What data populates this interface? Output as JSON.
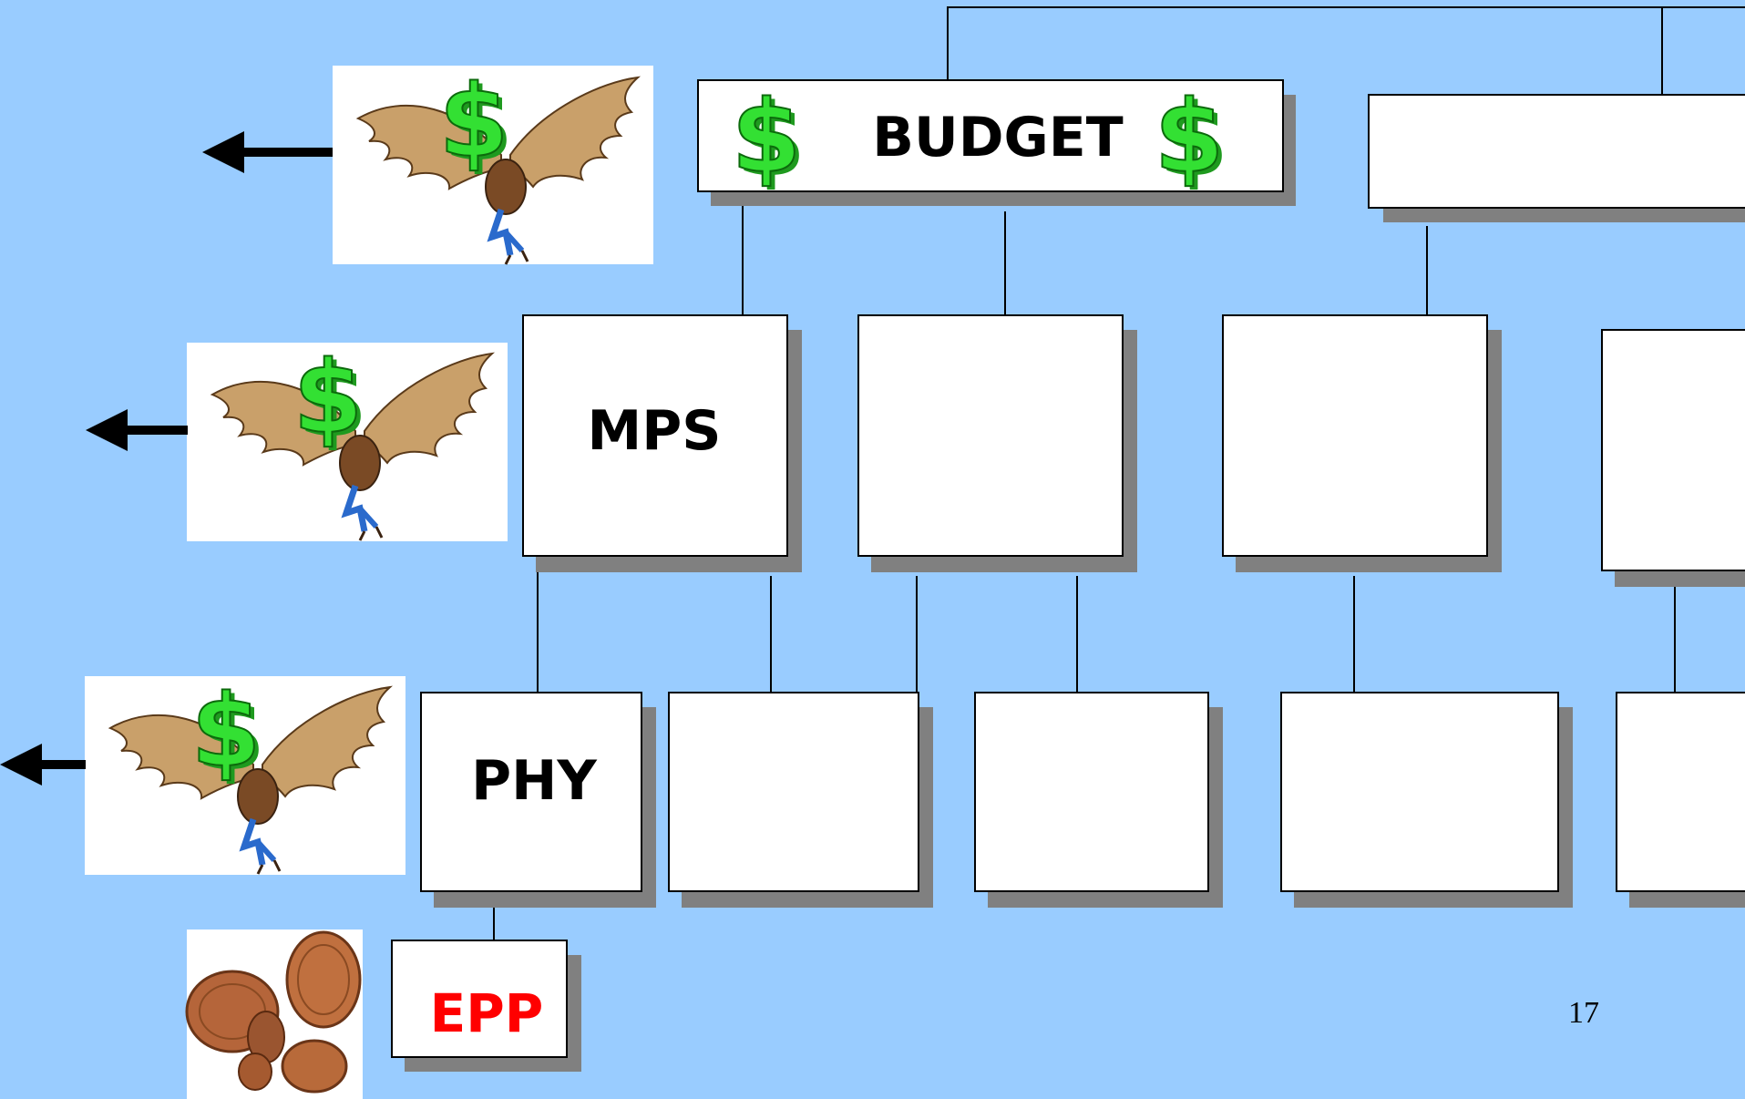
{
  "budget": {
    "label": "BUDGET"
  },
  "mps": {
    "label": "MPS"
  },
  "phy": {
    "label": "PHY"
  },
  "epp": {
    "label": "EPP"
  },
  "page_number": "17",
  "colors": {
    "background": "#99ccff",
    "box_fill": "#ffffff",
    "shadow": "#808080",
    "epp_text": "#ff0000",
    "dollar_green": "#22cc22",
    "wing": "#c9a06a",
    "penny": "#b5653a"
  },
  "icons": [
    "dollar-sign-icon",
    "flying-bat-money-icon",
    "left-arrow-icon",
    "pennies-icon"
  ]
}
